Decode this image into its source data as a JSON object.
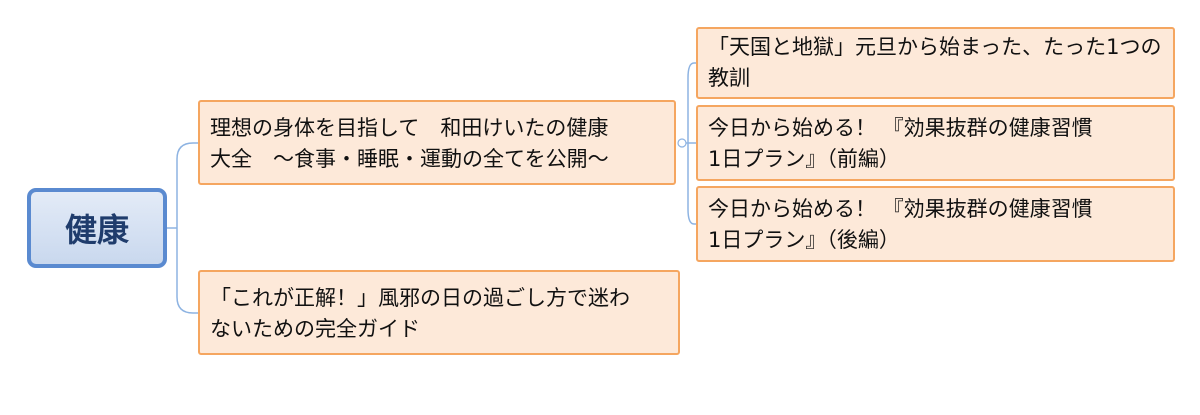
{
  "mindmap": {
    "root": {
      "label": "健康"
    },
    "topics": [
      {
        "lines": [
          "理想の身体を目指して　和田けいたの健康",
          "大全　～食事・睡眠・運動の全てを公開～"
        ],
        "subtopics": [
          {
            "lines": [
              "「天国と地獄」元旦から始まった、たった1つの",
              "教訓"
            ]
          },
          {
            "lines": [
              "今日から始める！ 『効果抜群の健康習慣",
              "1日プラン』（前編）"
            ]
          },
          {
            "lines": [
              "今日から始める！ 『効果抜群の健康習慣",
              "1日プラン』（後編）"
            ]
          }
        ]
      },
      {
        "lines": [
          "「これが正解！」風邪の日の過ごし方で迷わ",
          "ないための完全ガイド"
        ],
        "subtopics": []
      }
    ],
    "colors": {
      "root_fill": "#c9d8ee",
      "root_border": "#5a8ad0",
      "topic_fill": "#fde9d9",
      "topic_border": "#f5a660",
      "connector": "#8db3e2"
    }
  }
}
